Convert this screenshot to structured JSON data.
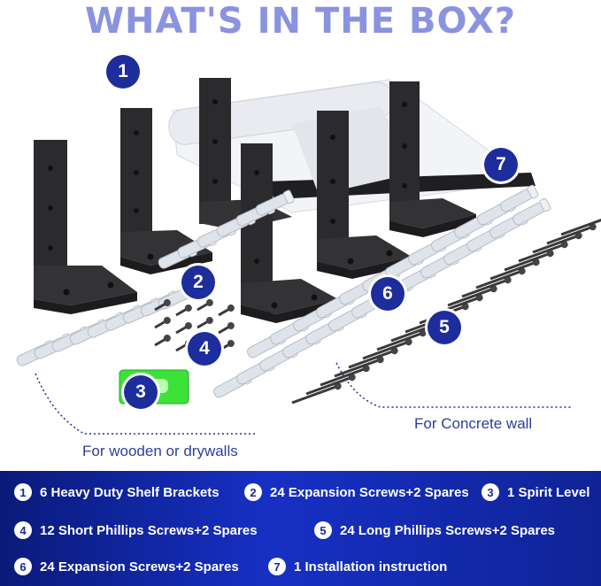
{
  "title": "WHAT'S IN THE BOX?",
  "badges": [
    "1",
    "2",
    "3",
    "4",
    "5",
    "6",
    "7"
  ],
  "captions": {
    "wood": "For wooden or drywalls",
    "concrete": "For Concrete wall"
  },
  "legend": [
    {
      "num": "1",
      "text": "6 Heavy Duty Shelf Brackets"
    },
    {
      "num": "2",
      "text": "24 Expansion Screws+2 Spares"
    },
    {
      "num": "3",
      "text": "1 Spirit Level"
    },
    {
      "num": "4",
      "text": "12 Short Phillips Screws+2 Spares"
    },
    {
      "num": "5",
      "text": "24 Long Phillips Screws+2 Spares"
    },
    {
      "num": "6",
      "text": "24 Expansion Screws+2 Spares"
    },
    {
      "num": "7",
      "text": "1 Installation instruction"
    }
  ],
  "colors": {
    "title": "#8a93e0",
    "badge": "#1d2d9c",
    "legend_bg": "#1730c4",
    "bracket": "#2b2b2e",
    "anchor": "#dfe3ea",
    "level": "#3ce23a"
  }
}
